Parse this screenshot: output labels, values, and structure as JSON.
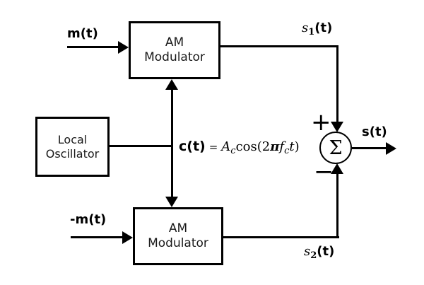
{
  "colors": {
    "ink": "#000000",
    "background": "#ffffff"
  },
  "blocks": {
    "am_modulator_top": {
      "line1": "AM",
      "line2": "Modulator"
    },
    "local_oscillator": {
      "line1": "Local",
      "line2": "Oscillator"
    },
    "am_modulator_bottom": {
      "line1": "AM",
      "line2": "Modulator"
    }
  },
  "labels": {
    "message_input": "m(t)",
    "inverted_message_input": "-m(t)",
    "s1": {
      "var": "s",
      "sub": "1",
      "arg": "(t)"
    },
    "s2": {
      "var": "s",
      "sub": "2",
      "arg": "(t)"
    },
    "output": "s(t)",
    "plus_sign": "+",
    "minus_sign": "−",
    "sum_symbol": "Σ"
  },
  "carrier_formula": {
    "lhs": "c(t)",
    "equals": "=",
    "amplitude_var": "A",
    "amplitude_sub": "c",
    "cos_open": "cos(2",
    "pi": "π",
    "freq_var": "f",
    "freq_sub": "c",
    "time_var": "t",
    "close_paren": ")"
  }
}
